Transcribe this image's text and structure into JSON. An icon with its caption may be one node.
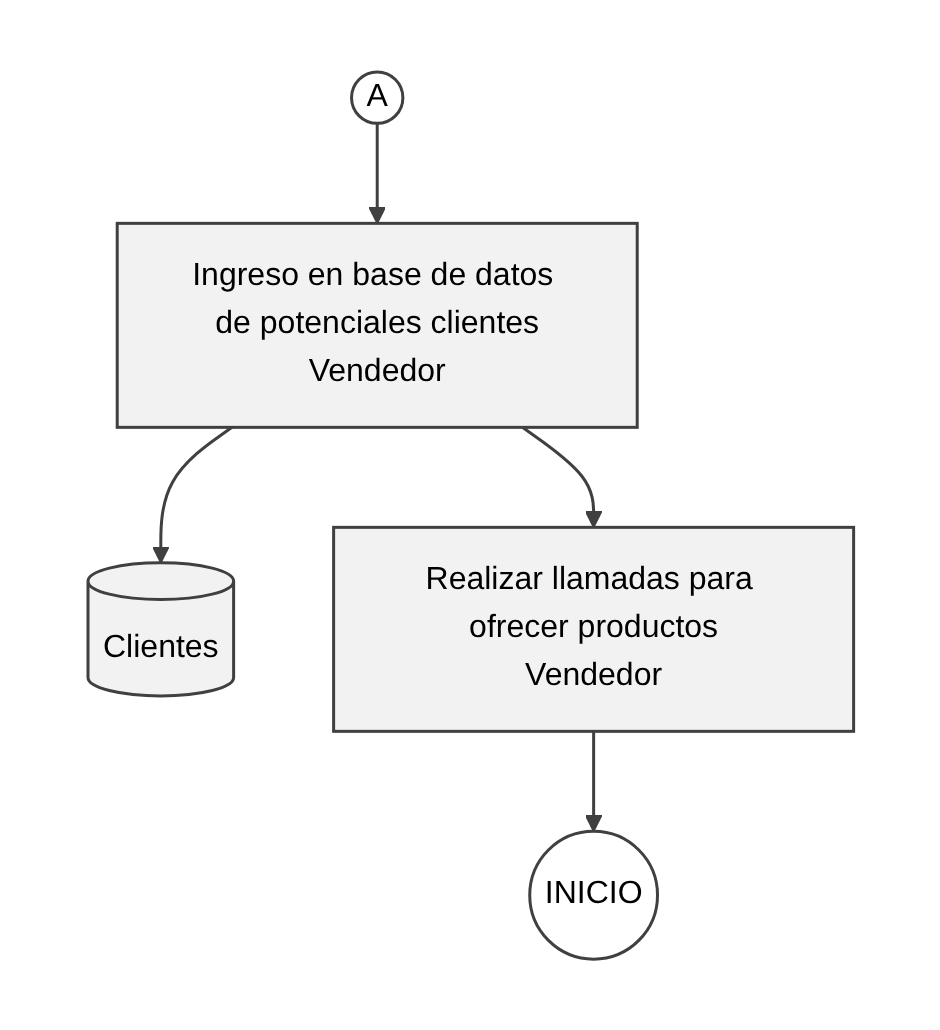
{
  "diagram": {
    "nodes": [
      {
        "text": [
          "A"
        ]
      },
      {
        "text": [
          "Ingreso en base de datos de potenciales clientes",
          "Vendedor"
        ]
      },
      {
        "text": [
          "Clientes"
        ]
      },
      {
        "text": [
          "Realizar llamadas para ofrecer productos",
          "Vendedor"
        ]
      },
      {
        "text": [
          "INICIO"
        ]
      }
    ],
    "edges": [
      {
        "from": 0,
        "to": 1,
        "arrow": "to"
      },
      {
        "from": 1,
        "to": 2,
        "arrow": "to"
      },
      {
        "from": 1,
        "to": 3,
        "arrow": "to"
      },
      {
        "from": 3,
        "to": 4,
        "arrow": "to"
      }
    ]
  }
}
